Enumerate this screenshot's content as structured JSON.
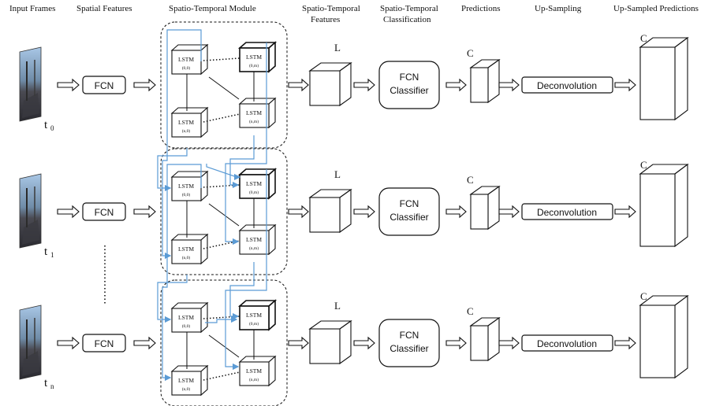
{
  "headers": {
    "input_frames": "Input Frames",
    "spatial_features": "Spatial Features",
    "spatio_temporal_module": "Spatio-Temporal Module",
    "st_features_line1": "Spatio-Temporal",
    "st_features_line2": "Features",
    "st_class_line1": "Spatio-Temporal",
    "st_class_line2": "Classification",
    "predictions": "Predictions",
    "up_sampling": "Up-Sampling",
    "up_sampled_predictions": "Up-Sampled Predictions"
  },
  "rows": [
    {
      "time_label": "t",
      "time_sub": "0",
      "fcn": "FCN",
      "feature_label": "L",
      "classifier_line1": "FCN",
      "classifier_line2": "Classifier",
      "pred_label": "C",
      "deconv": "Deconvolution",
      "up_label": "C"
    },
    {
      "time_label": "t",
      "time_sub": "1",
      "fcn": "FCN",
      "feature_label": "L",
      "classifier_line1": "FCN",
      "classifier_line2": "Classifier",
      "pred_label": "C",
      "deconv": "Deconvolution",
      "up_label": "C"
    },
    {
      "time_label": "t",
      "time_sub": "n",
      "fcn": "FCN",
      "feature_label": "L",
      "classifier_line1": "FCN",
      "classifier_line2": "Classifier",
      "pred_label": "C",
      "deconv": "Deconvolution",
      "up_label": "C"
    }
  ],
  "lstm": {
    "label": "LSTM",
    "cells": [
      "(0,0)",
      "(0,m)",
      "(n,0)",
      "(n,m)"
    ]
  },
  "colors": {
    "recurrent_arrow": "#5b9bd5",
    "stroke": "#111111"
  },
  "icons": [
    "street-scene-frame",
    "arrow-right-outline"
  ]
}
